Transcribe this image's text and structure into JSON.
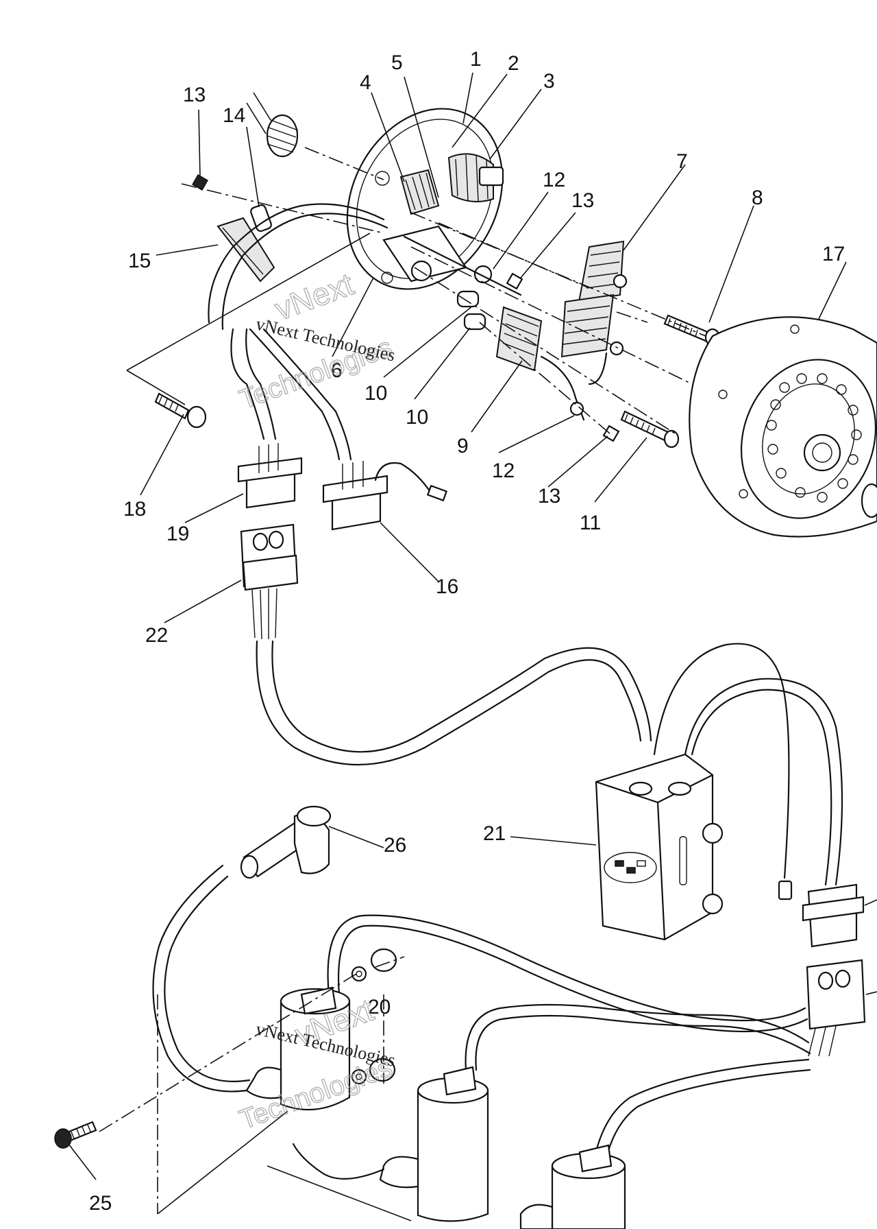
{
  "callouts": [
    "1",
    "2",
    "3",
    "4",
    "5",
    "6",
    "7",
    "8",
    "9",
    "10",
    "10",
    "11",
    "12",
    "12",
    "13",
    "13",
    "13",
    "14",
    "15",
    "16",
    "17",
    "18",
    "19",
    "20",
    "21",
    "22",
    "25",
    "26"
  ],
  "watermarks": [
    {
      "line1": "vNext Technologies",
      "line2": "vNext",
      "line3": "Technologies"
    },
    {
      "line1": "vNext Technologies",
      "line2": "vNext",
      "line3": "Technologies"
    }
  ]
}
